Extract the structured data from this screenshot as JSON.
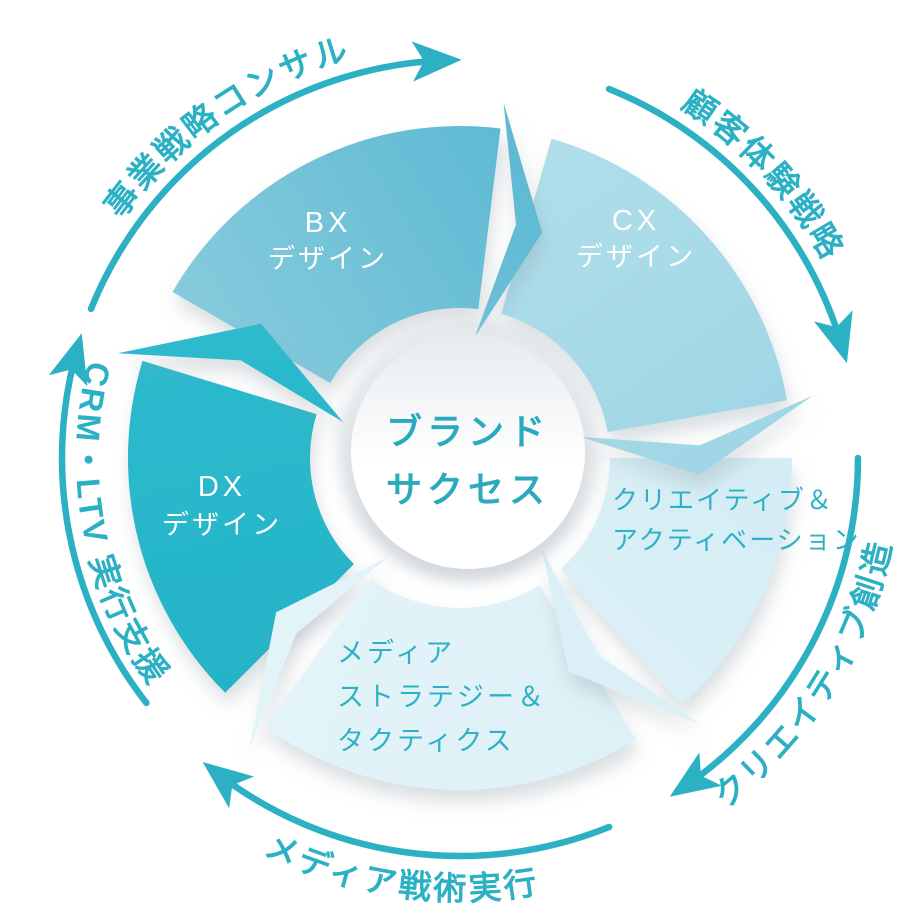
{
  "center": {
    "lines": [
      "ブランド",
      "サクセス"
    ]
  },
  "segments": [
    {
      "id": "bx-design",
      "lines": [
        "BX",
        "デザイン"
      ]
    },
    {
      "id": "cx-design",
      "lines": [
        "CX",
        "デザイン"
      ]
    },
    {
      "id": "creative-activation",
      "lines": [
        "クリエイティブ＆",
        "アクティベーション"
      ]
    },
    {
      "id": "media-strategy",
      "lines": [
        "メディア",
        "ストラテジー＆",
        "タクティクス"
      ]
    },
    {
      "id": "dx-design",
      "lines": [
        "DX",
        "デザイン"
      ]
    }
  ],
  "outer_labels": [
    {
      "id": "business-strategy-consulting",
      "text": "事業戦略コンサル"
    },
    {
      "id": "customer-experience-strategy",
      "text": "顧客体験戦略"
    },
    {
      "id": "creative-creation",
      "text": "クリエイティブ創造"
    },
    {
      "id": "media-tactics-execution",
      "text": "メディア戦術実行"
    },
    {
      "id": "crm-ltv-execution-support",
      "text": "CRM・LTV 実行支援"
    }
  ],
  "colors": {
    "accent": "#2bb0c4",
    "center_text": "#2ba9bd",
    "segment_text_light": "#ffffff",
    "segment_text_teal": "#2fb1c5",
    "bx_start": "#8accdd",
    "bx_end": "#5cb9d3",
    "cx_start": "#afdeea",
    "cx_end": "#9dd5e5",
    "creative_start": "#d4ecf4",
    "creative_end": "#dcf1f7",
    "media_start": "#def1f7",
    "media_end": "#e3f4f9",
    "dx_start": "#24b3c8",
    "dx_end": "#2dbacd",
    "shadow": "#8a98a1",
    "circle_edge": "#e7ebef"
  }
}
